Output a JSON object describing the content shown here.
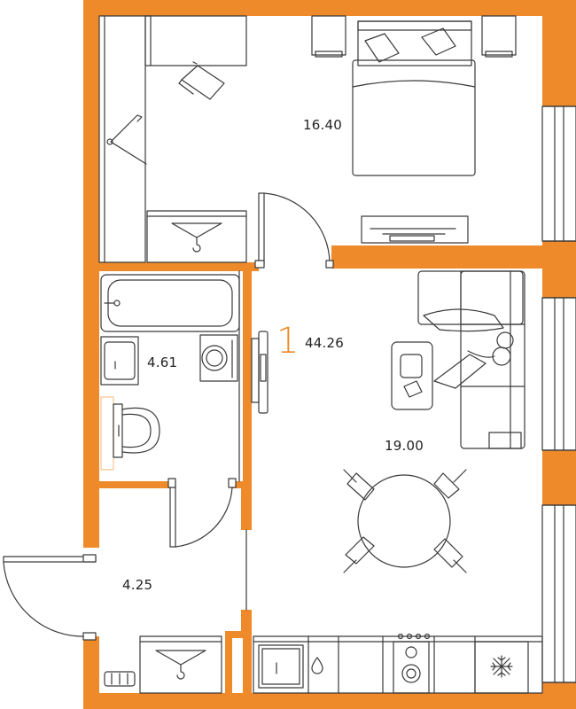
{
  "plan": {
    "room_count": "1",
    "total_area": "44.26",
    "rooms": {
      "bedroom_area": "16.40",
      "bathroom_area": "4.61",
      "hallway_area": "4.25",
      "living_kitchen_area": "19.00"
    }
  },
  "colors": {
    "wall": "#ee8a2a",
    "line": "#3a3a3a",
    "background": "#ffffff"
  },
  "icons": [
    "bed-icon",
    "wardrobe-icon",
    "hanger-icon",
    "desk-icon",
    "chair-icon",
    "bathtub-icon",
    "sink-icon",
    "washing-machine-icon",
    "toilet-icon",
    "tv-icon",
    "sofa-icon",
    "person-icon",
    "coffee-table-icon",
    "dining-table-icon",
    "kitchen-sink-icon",
    "stove-icon",
    "fridge-icon",
    "radiator-icon",
    "door-icon",
    "window-icon"
  ]
}
